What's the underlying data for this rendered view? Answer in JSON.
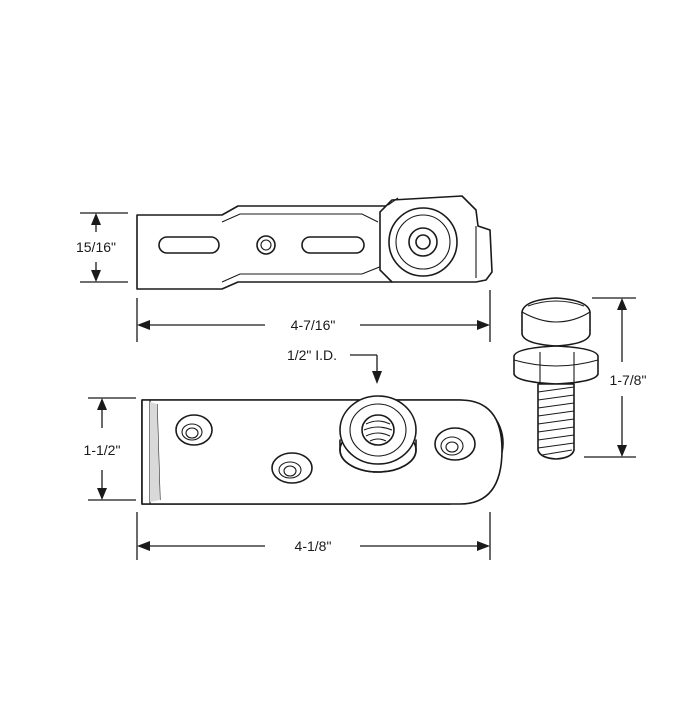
{
  "dimensions": {
    "top_height": "15/16\"",
    "top_length": "4-7/16\"",
    "inner_diameter": "1/2\" I.D.",
    "bottom_height": "1-1/2\"",
    "bottom_length": "4-1/8\"",
    "bolt_length": "1-7/8\""
  }
}
